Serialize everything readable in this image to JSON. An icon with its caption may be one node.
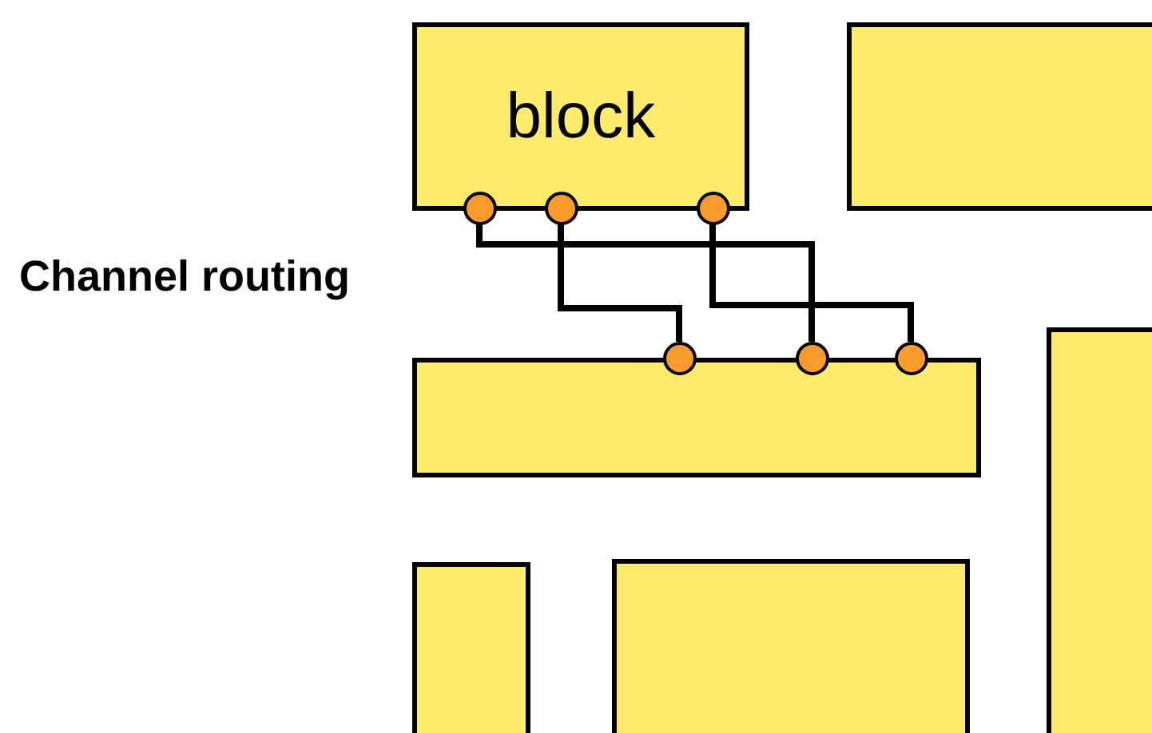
{
  "diagram": {
    "nodes": [
      {
        "text": [
          "block"
        ]
      },
      {
        "text": [],
        "shape": "box"
      },
      {
        "text": [],
        "shape": "box"
      },
      {
        "text": [],
        "shape": "box"
      },
      {
        "text": [],
        "shape": "box"
      },
      {
        "text": [],
        "shape": "box"
      },
      {
        "text": [],
        "shape": "circle"
      },
      {
        "text": [],
        "shape": "circle"
      },
      {
        "text": [],
        "shape": "circle"
      },
      {
        "text": [],
        "shape": "circle"
      },
      {
        "text": [],
        "shape": "circle"
      },
      {
        "text": [],
        "shape": "circle"
      }
    ],
    "edges": [
      {
        "from": 6,
        "to": 10,
        "arrow": "none"
      },
      {
        "from": 7,
        "to": 9,
        "arrow": "none"
      },
      {
        "from": 8,
        "to": 11,
        "arrow": "none"
      }
    ],
    "labels": [
      "Channel routing"
    ]
  }
}
